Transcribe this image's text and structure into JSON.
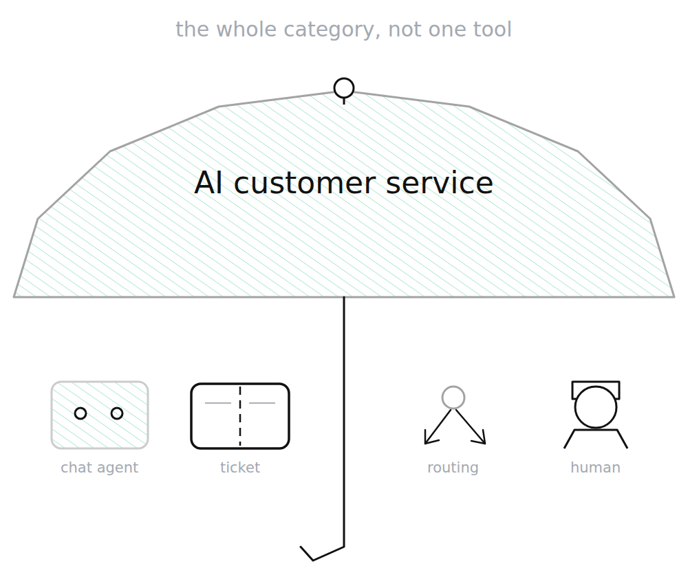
{
  "diagram": {
    "title": "the whole category, not one tool",
    "nodes": [
      {
        "text": [
          "AI customer service"
        ]
      }
    ],
    "labels": [
      "chat agent",
      "ticket",
      "routing",
      "human"
    ]
  }
}
